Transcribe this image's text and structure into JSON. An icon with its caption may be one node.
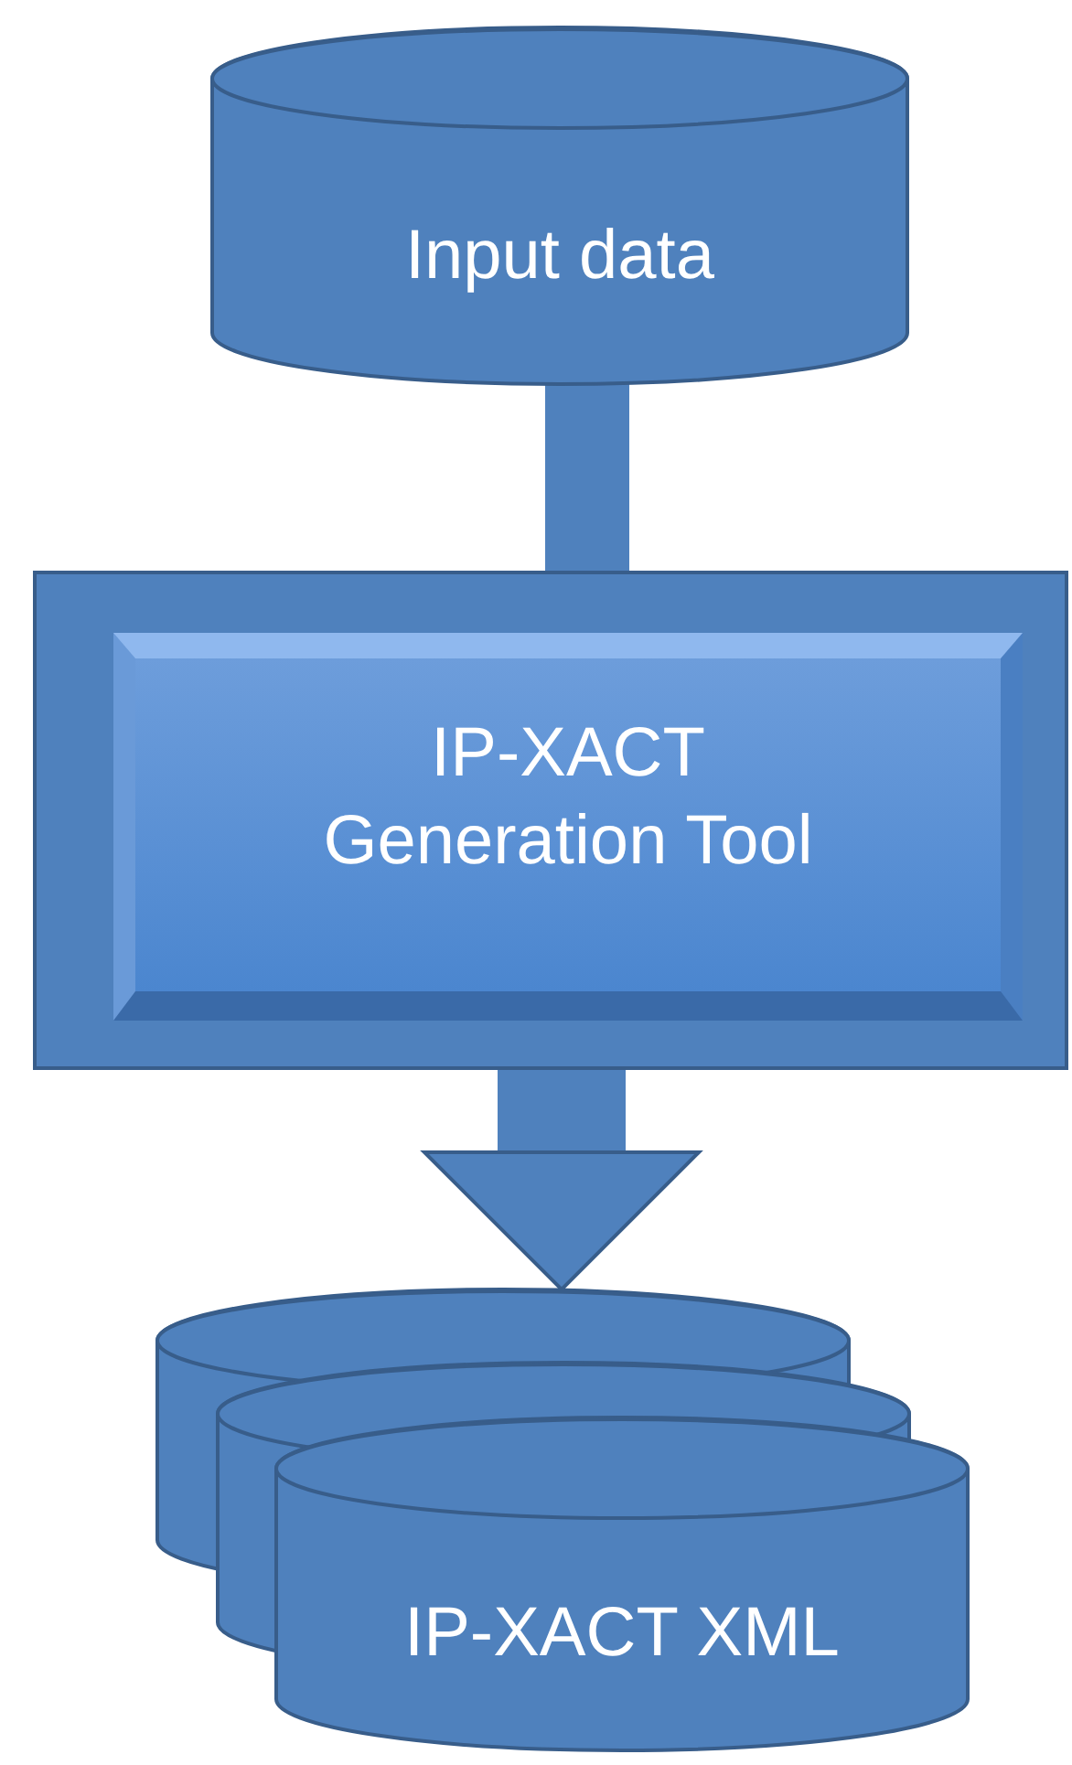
{
  "diagram": {
    "nodes": [
      {
        "text": [
          "Input data"
        ]
      },
      {
        "text": [],
        "shape": "box"
      },
      {
        "text": [
          "IP-XACT Generation Tool"
        ],
        "in": 1
      },
      {
        "text": [
          "IP-XACT XML"
        ]
      }
    ],
    "edges": [
      {
        "from": 0,
        "to": 1,
        "arrow": "none"
      },
      {
        "from": 1,
        "to": 3,
        "arrow": "to"
      }
    ]
  }
}
